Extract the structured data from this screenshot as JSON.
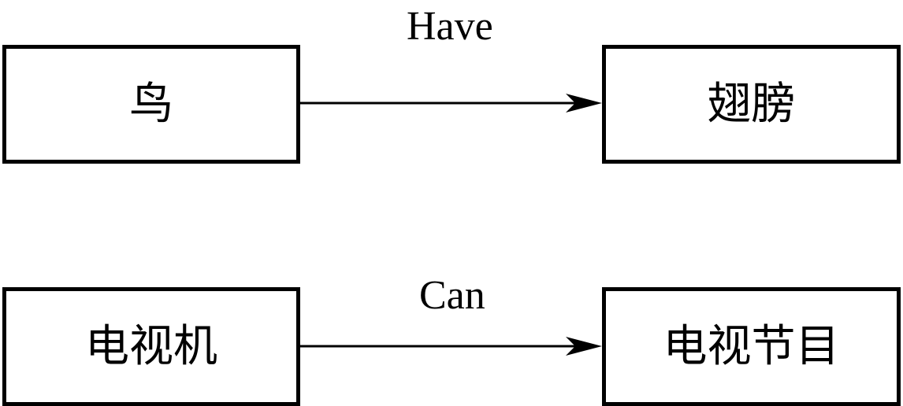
{
  "relations": [
    {
      "source": "鸟",
      "label": "Have",
      "target": "翅膀"
    },
    {
      "source": "电视机",
      "label": "Can",
      "target": "电视节目"
    }
  ],
  "colors": {
    "line": "#000000",
    "background": "#ffffff"
  }
}
